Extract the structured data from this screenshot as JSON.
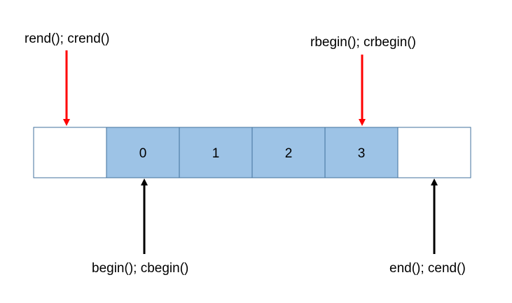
{
  "cells": [
    {
      "label": "",
      "highlighted": false
    },
    {
      "label": "0",
      "highlighted": true
    },
    {
      "label": "1",
      "highlighted": true
    },
    {
      "label": "2",
      "highlighted": true
    },
    {
      "label": "3",
      "highlighted": true
    },
    {
      "label": "",
      "highlighted": false
    }
  ],
  "labels": {
    "rend": "rend(); crend()",
    "rbegin": "rbegin(); crbegin()",
    "begin": "begin(); cbegin()",
    "end": "end(); cend()"
  },
  "colors": {
    "cell_fill": "#9dc3e6",
    "cell_border": "#41719c",
    "reverse_arrow": "#ff0000",
    "forward_arrow": "#000000"
  }
}
